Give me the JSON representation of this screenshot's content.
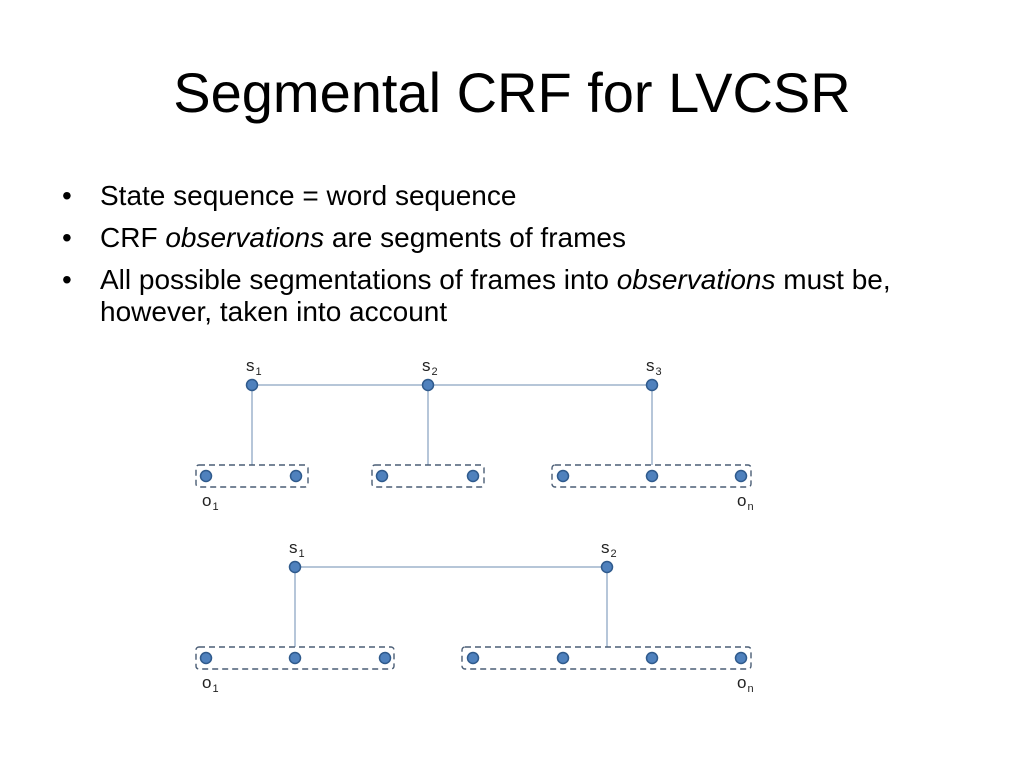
{
  "title": "Segmental CRF for LVCSR",
  "bullets": [
    {
      "parts": [
        {
          "text": "State sequence = word sequence",
          "italic": false
        }
      ]
    },
    {
      "parts": [
        {
          "text": "CRF ",
          "italic": false
        },
        {
          "text": "observations",
          "italic": true
        },
        {
          "text": " are segments of frames",
          "italic": false
        }
      ]
    },
    {
      "parts": [
        {
          "text": "All possible segmentations of frames into ",
          "italic": false
        },
        {
          "text": "observations",
          "italic": true
        },
        {
          "text": " must be, however, taken into account",
          "italic": false
        }
      ]
    }
  ],
  "bullet_glyph": "•",
  "diagrams": [
    {
      "states": [
        {
          "base": "s",
          "sub": "1"
        },
        {
          "base": "s",
          "sub": "2"
        },
        {
          "base": "s",
          "sub": "3"
        }
      ],
      "segments": [
        {
          "frames": 2,
          "link_frame": 0.5,
          "first_label": {
            "base": "o",
            "sub": "1"
          }
        },
        {
          "frames": 2,
          "link_frame": 0.5
        },
        {
          "frames": 3,
          "link_frame": 1,
          "last_label": {
            "base": "o",
            "sub": "n"
          }
        }
      ]
    },
    {
      "states": [
        {
          "base": "s",
          "sub": "1"
        },
        {
          "base": "s",
          "sub": "2"
        }
      ],
      "segments": [
        {
          "frames": 3,
          "link_frame": 1,
          "first_label": {
            "base": "o",
            "sub": "1"
          }
        },
        {
          "frames": 4,
          "link_frame": 1.5,
          "last_label": {
            "base": "o",
            "sub": "n"
          }
        }
      ]
    }
  ],
  "colors": {
    "node": "#4f81bd",
    "edge": "#9db3cc",
    "segment_border": "#4a5d75"
  }
}
